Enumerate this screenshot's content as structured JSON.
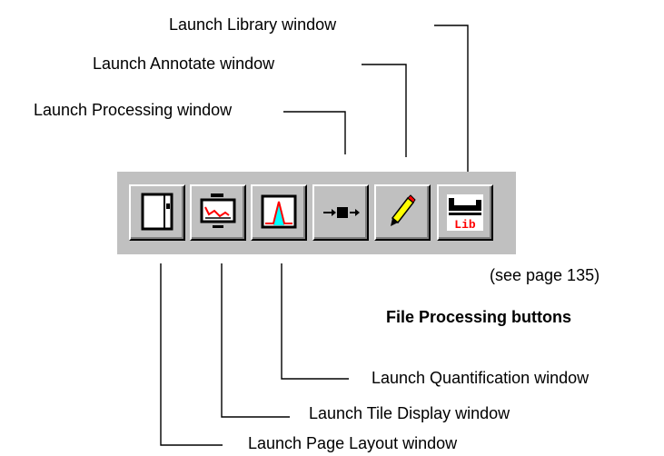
{
  "callouts": {
    "library": "Launch Library window",
    "annotate": "Launch Annotate window",
    "processing": "Launch Processing window",
    "quantification": "Launch Quantification window",
    "tile_display": "Launch Tile Display window",
    "page_layout": "Launch Page Layout window"
  },
  "page_reference": "(see page 135)",
  "caption": "File Processing buttons",
  "toolbar": {
    "buttons": [
      {
        "icon": "page-layout-icon"
      },
      {
        "icon": "tile-display-icon"
      },
      {
        "icon": "quantification-icon"
      },
      {
        "icon": "processing-arrows-icon"
      },
      {
        "icon": "annotate-pencil-icon"
      },
      {
        "icon": "library-icon",
        "label": "Lib"
      }
    ]
  },
  "colors": {
    "toolbar": "#c0c0c0",
    "accent_red": "#ff0000",
    "accent_cyan": "#00ffff",
    "line": "#000000"
  }
}
